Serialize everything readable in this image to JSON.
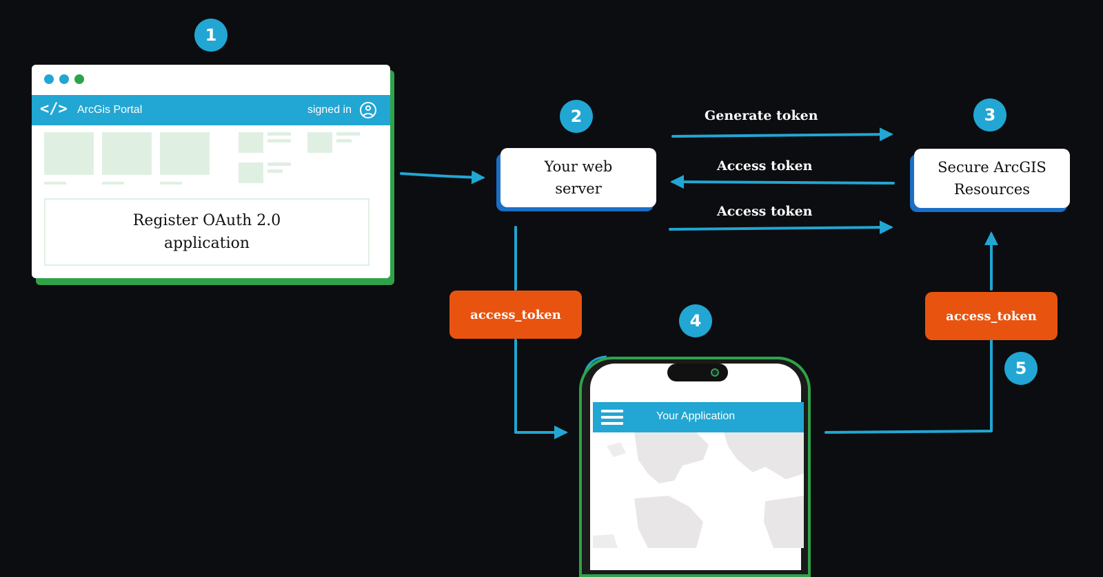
{
  "steps": [
    "1",
    "2",
    "3",
    "4",
    "5"
  ],
  "portal": {
    "title": "ArcGis Portal",
    "code_glyph": "</>",
    "status": "signed in",
    "register": "Register OAuth 2.0 application"
  },
  "server": {
    "label": "Your web server"
  },
  "resources": {
    "label": "Secure ArcGIS Resources"
  },
  "flows": {
    "generate": "Generate token",
    "access_back": "Access token",
    "access_forward": "Access token"
  },
  "tokens": {
    "left": "access_token",
    "right": "access_token"
  },
  "app": {
    "title": "Your Application"
  },
  "colors": {
    "background": "#0c0d10",
    "accent_blue": "#22a6d3",
    "node_shadow": "#1b6fc4",
    "token_orange": "#e8540f",
    "green": "#2fa34a",
    "placeholder": "#dff0e2"
  }
}
